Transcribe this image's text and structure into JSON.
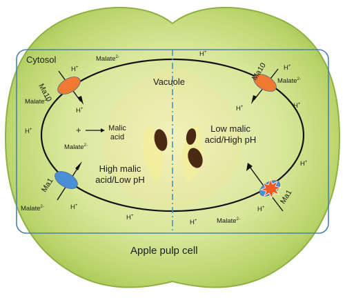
{
  "regions": {
    "cytosol": "Cytosol",
    "vacuole": "Vacuole",
    "cell": "Apple pulp cell"
  },
  "left_half": {
    "state_line1": "High malic",
    "state_line2": "acid/Low pH",
    "reaction_plus": "+",
    "reaction_product_line1": "Malic",
    "reaction_product_line2": "acid"
  },
  "right_half": {
    "state_line1": "Low malic",
    "state_line2": "acid/High pH"
  },
  "transporters": {
    "ma10": "Ma10",
    "ma1": "Ma1"
  },
  "ions": {
    "proton_base": "H",
    "proton_charge": "+",
    "malate_base": "Malate",
    "malate_charge": "2-"
  },
  "colors": {
    "ma10": "#f07a32",
    "ma1_left": "#4a8fd6",
    "ma1_right_mutant_star": "#f15a22",
    "cell_border": "#4a7fb5",
    "divider": "#3b90d8",
    "membrane": "#111111"
  },
  "icons": [
    "apple-image",
    "mutation-burst-icon"
  ]
}
